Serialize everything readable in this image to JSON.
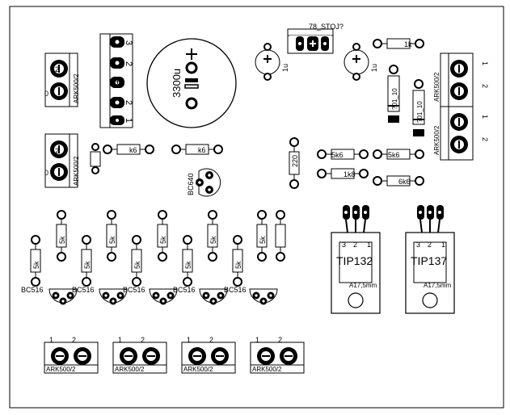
{
  "labels": {
    "regulator": "78_STOJ?",
    "cap_big": "3300u",
    "cap_small_left": "1u",
    "cap_small_right": "1u",
    "res_1k": "1k",
    "transistor_mid": "BC640",
    "res_k6_a": "k6",
    "res_k6_b": "k6",
    "res_220": "220",
    "res_5k6_a": "5k6",
    "res_5k6_b": "5k6",
    "res_1k8": "1k8",
    "res_6k6": "6k6",
    "diode_a": "?01_10",
    "diode_b": "?01_10",
    "power_tr_1": "TIP132",
    "power_tr_2": "TIP137",
    "heatsink_1": "A17,5mm",
    "heatsink_2": "A17,5mm",
    "pin_3": "3",
    "pin_2": "2",
    "pin_1": "1",
    "bc516": "BC516",
    "res_5k": "5k",
    "connector": "ARK500/2",
    "conn_pin_1": "1",
    "conn_pin_2": "2",
    "pin_0": "0",
    "sym_plus": "+",
    "sym_minus": "-",
    "header_1": "1",
    "header_2": "2",
    "header_3": "3"
  }
}
